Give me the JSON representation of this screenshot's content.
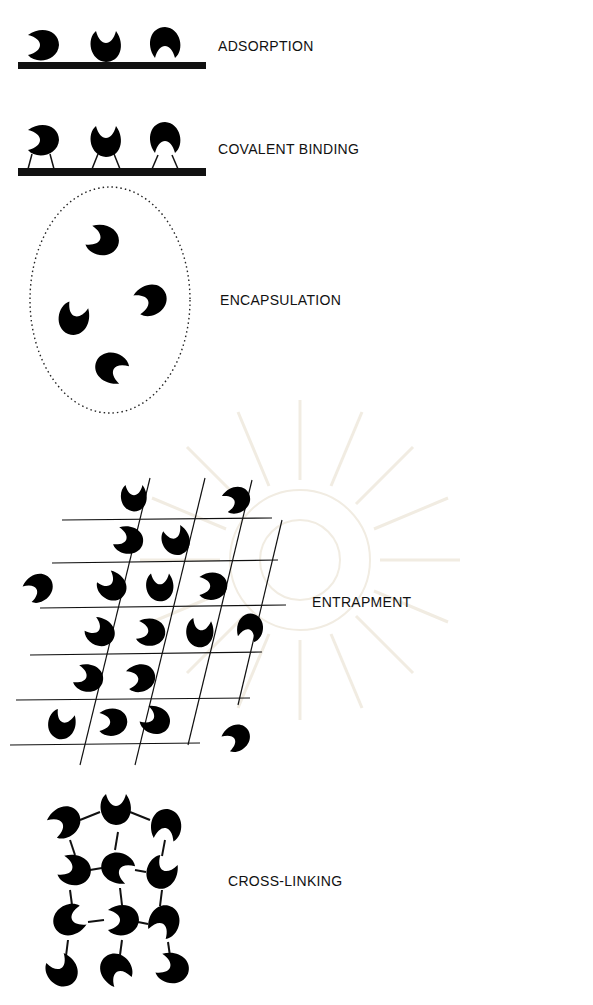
{
  "diagram": {
    "labels": [
      "ADSORPTION",
      "COVALENT BINDING",
      "ENCAPSULATION",
      "ENTRAPMENT",
      "CROSS-LINKING"
    ]
  }
}
